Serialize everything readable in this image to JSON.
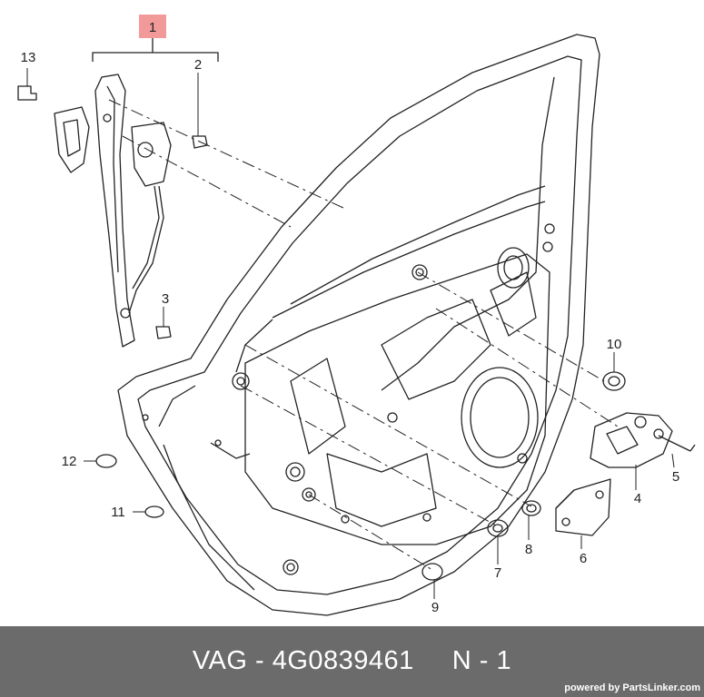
{
  "callouts": {
    "c1": "1",
    "c2": "2",
    "c3": "3",
    "c4": "4",
    "c5": "5",
    "c6": "6",
    "c7": "7",
    "c8": "8",
    "c9": "9",
    "c10": "10",
    "c11": "11",
    "c12": "12",
    "c13": "13"
  },
  "footer": {
    "part_number": "VAG - 4G0839461",
    "position": "N - 1",
    "credit": "powered by PartsLinker.com"
  },
  "colors": {
    "highlight": "#f29a9a",
    "line": "#222222",
    "footer_bg": "#6b6b6b",
    "footer_text": "#ffffff"
  }
}
